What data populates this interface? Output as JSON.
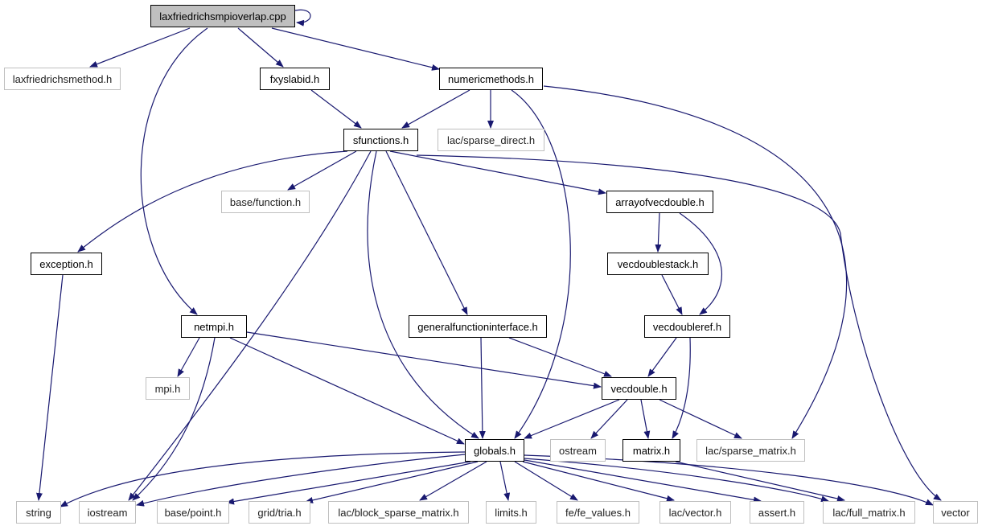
{
  "colors": {
    "edge": "#191970",
    "root_fill": "#bfbfbf",
    "doc_border": "#000000",
    "ext_border": "#bfbfbf"
  },
  "nodes": {
    "root": "laxfriedrichsmpioverlap.cpp",
    "laxfriedrichsmethod": "laxfriedrichsmethod.h",
    "fxyslabid": "fxyslabid.h",
    "numericmethods": "numericmethods.h",
    "sfunctions": "sfunctions.h",
    "sparse_direct": "lac/sparse_direct.h",
    "base_function": "base/function.h",
    "arrayofvecdouble": "arrayofvecdouble.h",
    "exception": "exception.h",
    "vecdoublestack": "vecdoublestack.h",
    "netmpi": "netmpi.h",
    "generalfunctioninterface": "generalfunctioninterface.h",
    "vecdoubleref": "vecdoubleref.h",
    "mpi": "mpi.h",
    "vecdouble": "vecdouble.h",
    "globals": "globals.h",
    "ostream": "ostream",
    "matrix": "matrix.h",
    "sparse_matrix": "lac/sparse_matrix.h",
    "string": "string",
    "iostream": "iostream",
    "base_point": "base/point.h",
    "grid_tria": "grid/tria.h",
    "block_sparse_matrix": "lac/block_sparse_matrix.h",
    "limits": "limits.h",
    "fe_values": "fe/fe_values.h",
    "lac_vector": "lac/vector.h",
    "assert": "assert.h",
    "full_matrix": "lac/full_matrix.h",
    "vector": "vector"
  }
}
